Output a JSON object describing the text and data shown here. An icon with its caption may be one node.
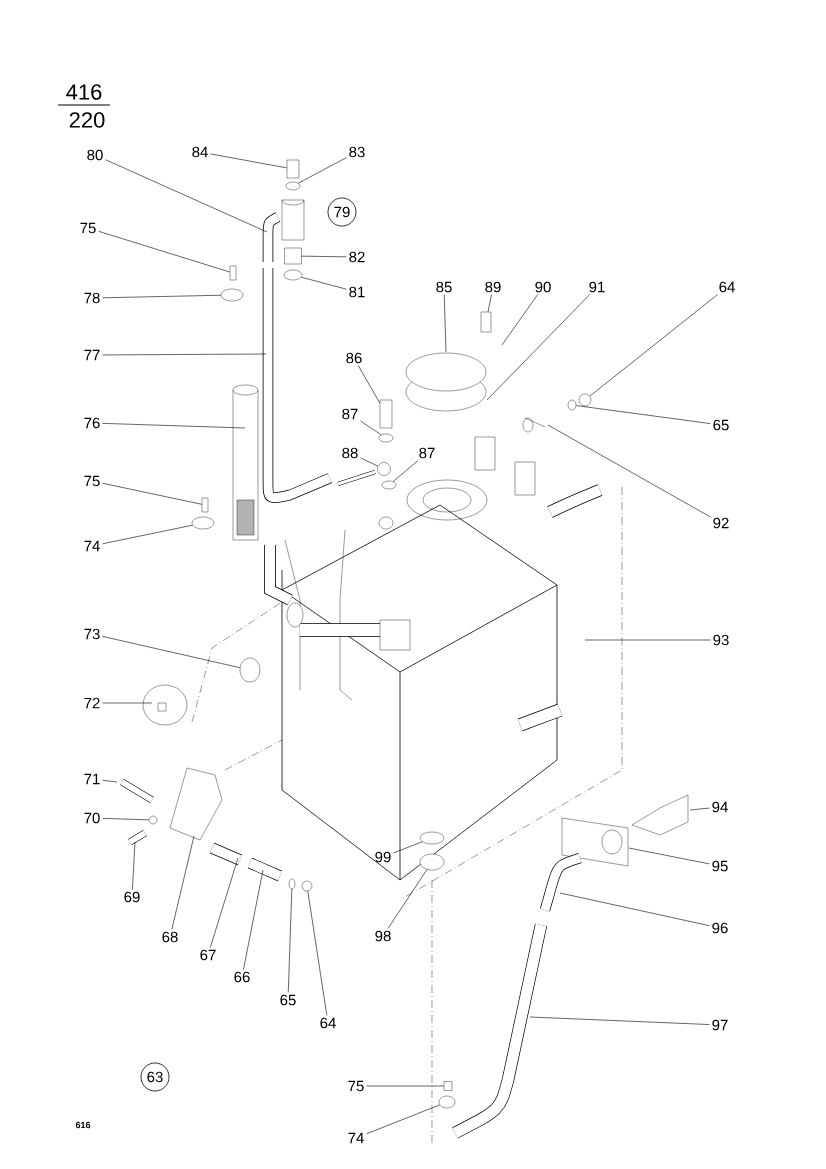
{
  "diagram": {
    "nodes": [
      {
        "text": [
          "84"
        ]
      },
      {
        "text": [
          "83"
        ]
      },
      {
        "text": [
          "80"
        ]
      },
      {
        "text": [
          "75"
        ]
      },
      {
        "text": [
          "82"
        ]
      },
      {
        "text": [
          "81"
        ]
      },
      {
        "text": [
          "78"
        ]
      },
      {
        "text": [
          "85"
        ]
      },
      {
        "text": [
          "89"
        ]
      },
      {
        "text": [
          "90"
        ]
      },
      {
        "text": [
          "91"
        ]
      },
      {
        "text": [
          "64"
        ]
      },
      {
        "text": [
          "77"
        ]
      },
      {
        "text": [
          "86"
        ]
      },
      {
        "text": [
          "87"
        ]
      },
      {
        "text": [
          "65"
        ]
      },
      {
        "text": [
          "76"
        ]
      },
      {
        "text": [
          "88"
        ]
      },
      {
        "text": [
          "87"
        ]
      },
      {
        "text": [
          "75"
        ]
      },
      {
        "text": [
          "74"
        ]
      },
      {
        "text": [
          "92"
        ]
      },
      {
        "text": [
          "73"
        ]
      },
      {
        "text": [
          "93"
        ]
      },
      {
        "text": [
          "72"
        ]
      },
      {
        "text": [
          "71"
        ]
      },
      {
        "text": [
          "70"
        ]
      },
      {
        "text": [
          "69"
        ]
      },
      {
        "text": [
          "68"
        ]
      },
      {
        "text": [
          "67"
        ]
      },
      {
        "text": [
          "66"
        ]
      },
      {
        "text": [
          "65"
        ]
      },
      {
        "text": [
          "64"
        ]
      },
      {
        "text": [
          "99"
        ]
      },
      {
        "text": [
          "98"
        ]
      },
      {
        "text": [
          "94"
        ]
      },
      {
        "text": [
          "95"
        ]
      },
      {
        "text": [
          "96"
        ]
      },
      {
        "text": [
          "97"
        ]
      },
      {
        "text": [
          "75"
        ]
      },
      {
        "text": [
          "74"
        ]
      },
      {
        "text": [
          "79"
        ]
      },
      {
        "text": [
          "63"
        ]
      },
      {
        "text": [],
        "shape": "box"
      },
      {
        "text": [],
        "shape": "ellipse"
      },
      {
        "text": [],
        "shape": "box"
      },
      {
        "text": [],
        "shape": "box"
      },
      {
        "text": [],
        "shape": "ellipse"
      },
      {
        "text": [],
        "shape": "ellipse"
      },
      {
        "text": [],
        "shape": "box"
      },
      {
        "text": [],
        "shape": "circle"
      },
      {
        "text": [],
        "shape": "box"
      },
      {
        "text": [],
        "shape": "ellipse"
      },
      {
        "text": [],
        "shape": "ellipse"
      },
      {
        "text": [],
        "shape": "circle"
      },
      {
        "text": [],
        "shape": "ellipse"
      },
      {
        "text": [],
        "shape": "box"
      },
      {
        "text": [],
        "shape": "ellipse"
      },
      {
        "text": [],
        "shape": "ellipse"
      },
      {
        "text": [],
        "shape": "circle"
      },
      {
        "text": [],
        "shape": "ellipse"
      },
      {
        "text": [],
        "shape": "circle"
      },
      {
        "text": [],
        "shape": "ellipse"
      },
      {
        "text": [],
        "shape": "ellipse"
      },
      {
        "text": [],
        "shape": "box"
      },
      {
        "text": [],
        "shape": "ellipse"
      }
    ],
    "edges": [
      {
        "from": 0,
        "to": 43,
        "arrow": "none"
      },
      {
        "from": 1,
        "to": 44,
        "arrow": "none"
      },
      {
        "from": 2,
        "to": null,
        "arrow": "none"
      },
      {
        "from": 3,
        "to": 45,
        "arrow": "none"
      },
      {
        "from": 4,
        "to": 46,
        "arrow": "none"
      },
      {
        "from": 5,
        "to": 47,
        "arrow": "none"
      },
      {
        "from": 6,
        "to": 48,
        "arrow": "none"
      },
      {
        "from": 7,
        "to": null,
        "arrow": "none"
      },
      {
        "from": 8,
        "to": 49,
        "arrow": "none"
      },
      {
        "from": 9,
        "to": null,
        "arrow": "none"
      },
      {
        "from": 10,
        "to": null,
        "arrow": "none"
      },
      {
        "from": 11,
        "to": 50,
        "arrow": "none"
      },
      {
        "from": 12,
        "to": null,
        "arrow": "none"
      },
      {
        "from": 13,
        "to": 51,
        "arrow": "none"
      },
      {
        "from": 14,
        "to": 52,
        "arrow": "none"
      },
      {
        "from": 15,
        "to": 53,
        "arrow": "none"
      },
      {
        "from": 16,
        "to": null,
        "arrow": "none"
      },
      {
        "from": 17,
        "to": 54,
        "arrow": "none"
      },
      {
        "from": 18,
        "to": 55,
        "arrow": "none"
      },
      {
        "from": 19,
        "to": 56,
        "arrow": "none"
      },
      {
        "from": 20,
        "to": 57,
        "arrow": "none"
      },
      {
        "from": 21,
        "to": null,
        "arrow": "none"
      },
      {
        "from": 22,
        "to": 58,
        "arrow": "none"
      },
      {
        "from": 23,
        "to": null,
        "arrow": "none"
      },
      {
        "from": 24,
        "to": null,
        "arrow": "none"
      },
      {
        "from": 25,
        "to": null,
        "arrow": "none"
      },
      {
        "from": 26,
        "to": 59,
        "arrow": "none"
      },
      {
        "from": 27,
        "to": null,
        "arrow": "none"
      },
      {
        "from": 28,
        "to": null,
        "arrow": "none"
      },
      {
        "from": 29,
        "to": null,
        "arrow": "none"
      },
      {
        "from": 30,
        "to": null,
        "arrow": "none"
      },
      {
        "from": 31,
        "to": 60,
        "arrow": "none"
      },
      {
        "from": 32,
        "to": 61,
        "arrow": "none"
      },
      {
        "from": 33,
        "to": 62,
        "arrow": "none"
      },
      {
        "from": 34,
        "to": 63,
        "arrow": "none"
      },
      {
        "from": 35,
        "to": null,
        "arrow": "none"
      },
      {
        "from": 36,
        "to": null,
        "arrow": "none"
      },
      {
        "from": 37,
        "to": null,
        "arrow": "none"
      },
      {
        "from": 38,
        "to": null,
        "arrow": "none"
      },
      {
        "from": 39,
        "to": 64,
        "arrow": "none"
      },
      {
        "from": 40,
        "to": 65,
        "arrow": "none"
      }
    ],
    "labels": [
      "416",
      "220",
      "616"
    ]
  }
}
